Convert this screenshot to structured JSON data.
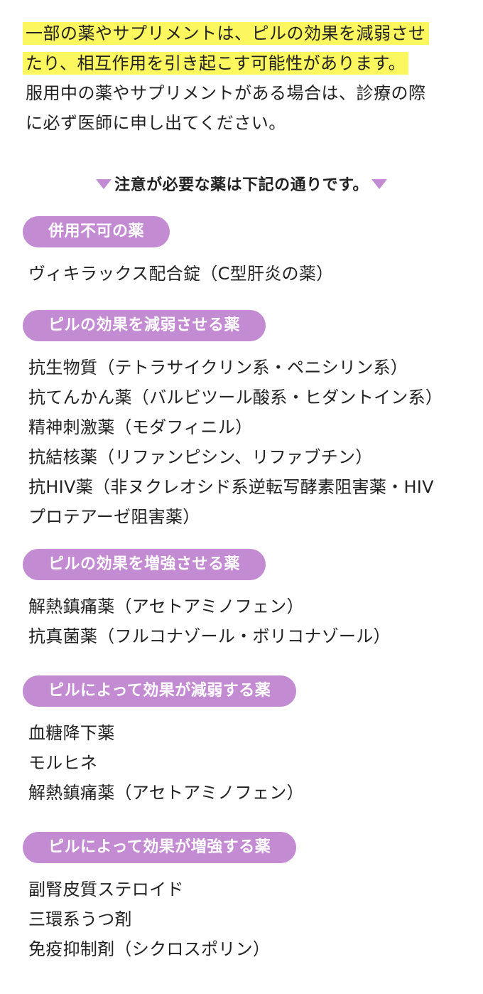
{
  "intro": {
    "highlight_line1": "一部の薬やサプリメントは、ピルの効果を減弱させ",
    "highlight_line2": "たり、相互作用を引き起こす可能性があります。",
    "line3": "服用中の薬やサプリメントがある場合は、診療の際",
    "line4": "に必ず医師に申し出てください。"
  },
  "notice": "注意が必要な薬は下記の通りです。",
  "colors": {
    "accent": "#c38bd1",
    "highlight": "#fcf75e",
    "text": "#222222"
  },
  "sections": [
    {
      "label": "併用不可の薬",
      "items": [
        "ヴィキラックス配合錠（C型肝炎の薬）"
      ]
    },
    {
      "label": "ピルの効果を減弱させる薬",
      "items": [
        "抗生物質（テトラサイクリン系・ペニシリン系）",
        "抗てんかん薬（バルビツール酸系・ヒダントイン系）",
        "精神刺激薬（モダフィニル）",
        "抗結核薬（リファンピシン、リファブチン）",
        "抗HIV薬（非ヌクレオシド系逆転写酵素阻害薬・HIV",
        "プロテアーゼ阻害薬）"
      ]
    },
    {
      "label": "ピルの効果を増強させる薬",
      "items": [
        "解熱鎮痛薬（アセトアミノフェン）",
        "抗真菌薬（フルコナゾール・ボリコナゾール）"
      ]
    },
    {
      "label": "ピルによって効果が減弱する薬",
      "items": [
        "血糖降下薬",
        "モルヒネ",
        "解熱鎮痛薬（アセトアミノフェン）"
      ]
    },
    {
      "label": "ピルによって効果が増強する薬",
      "items": [
        "副腎皮質ステロイド",
        "三環系うつ剤",
        "免疫抑制剤（シクロスポリン）"
      ]
    }
  ]
}
